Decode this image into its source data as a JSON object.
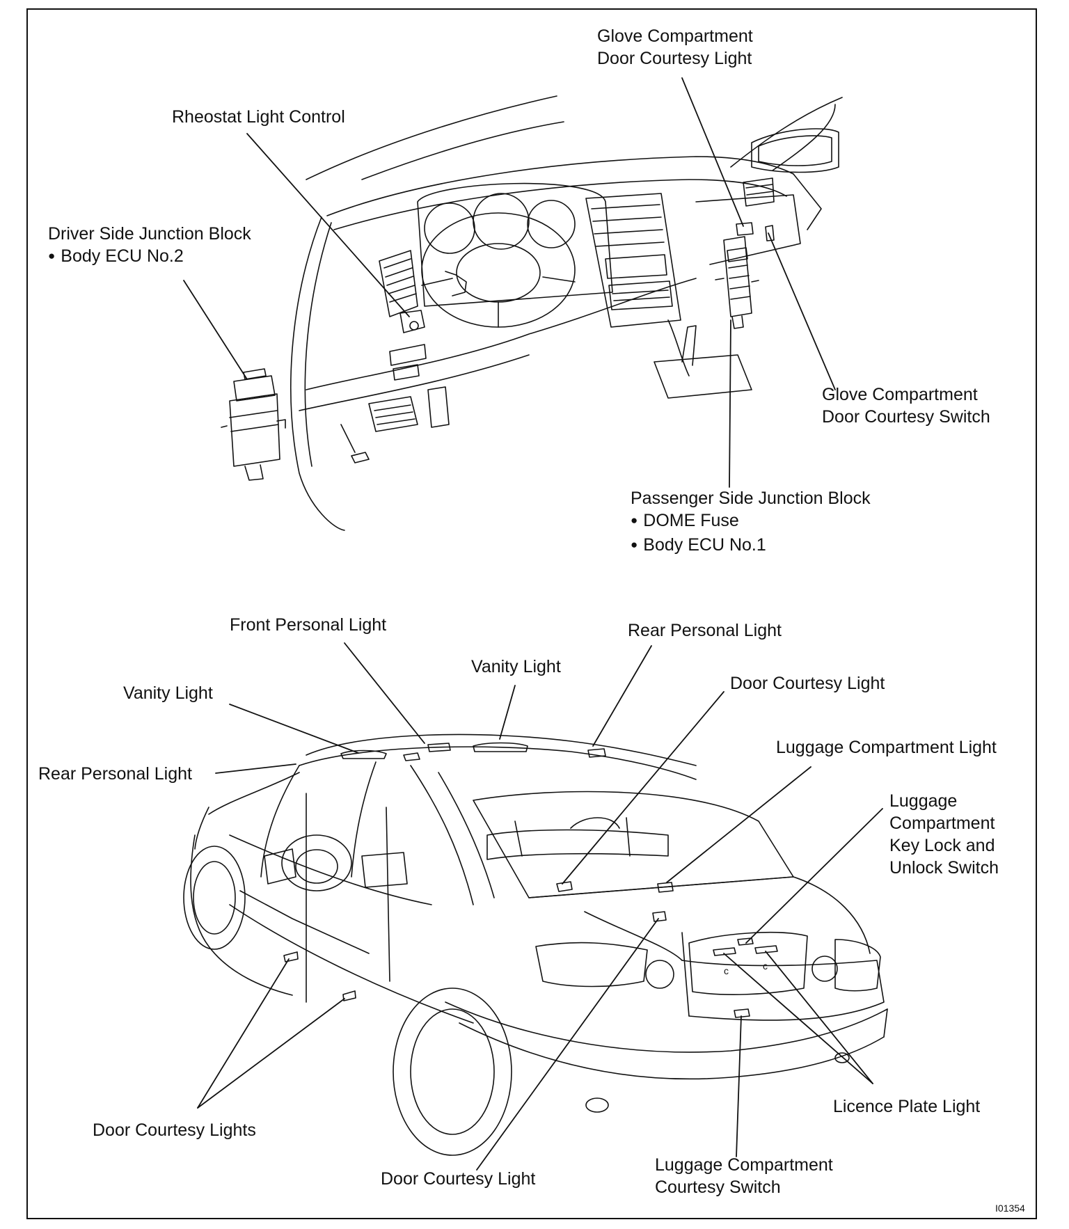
{
  "labels": {
    "glove_light": [
      "Glove Compartment",
      "Door Courtesy Light"
    ],
    "rheostat": "Rheostat Light Control",
    "driver_jb": [
      "Driver Side Junction Block",
      "Body ECU No.2"
    ],
    "glove_switch": [
      "Glove Compartment",
      "Door Courtesy Switch"
    ],
    "passenger_jb": [
      "Passenger Side Junction Block",
      "DOME Fuse",
      "Body ECU No.1"
    ],
    "front_personal": "Front Personal Light",
    "rear_personal_top": "Rear Personal Light",
    "vanity_center": "Vanity Light",
    "vanity_left": "Vanity Light",
    "door_courtesy_top": "Door Courtesy Light",
    "rear_personal_left": "Rear Personal Light",
    "luggage_light": "Luggage Compartment Light",
    "luggage_key": [
      "Luggage",
      "Compartment",
      "Key Lock and",
      "Unlock Switch"
    ],
    "door_courtesy_lights": "Door Courtesy Lights",
    "door_courtesy_bottom": "Door Courtesy Light",
    "luggage_courtesy": [
      "Luggage Compartment",
      "Courtesy Switch"
    ],
    "licence_plate": "Licence Plate Light"
  },
  "figure_code": "I01354"
}
